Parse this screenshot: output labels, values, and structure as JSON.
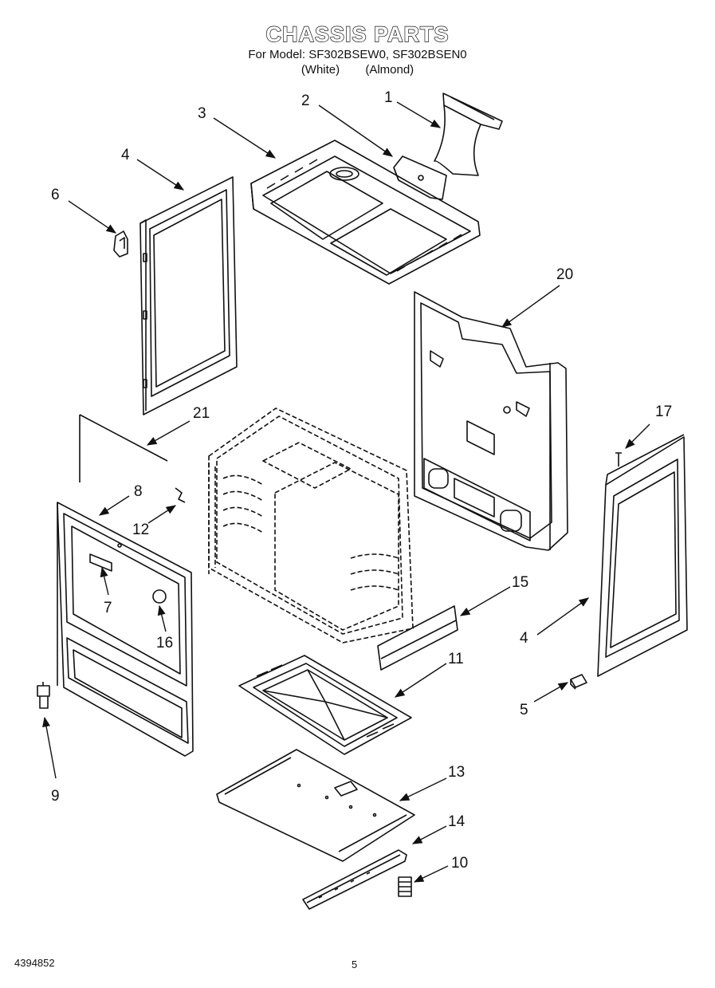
{
  "header": {
    "title": "CHASSIS PARTS",
    "model_line": "For Model: SF302BSEW0, SF302BSEN0",
    "variants": [
      "(White)",
      "(Almond)"
    ]
  },
  "callouts": [
    {
      "id": "c1",
      "label": "1"
    },
    {
      "id": "c2",
      "label": "2"
    },
    {
      "id": "c3",
      "label": "3"
    },
    {
      "id": "c4a",
      "label": "4"
    },
    {
      "id": "c4b",
      "label": "4"
    },
    {
      "id": "c5",
      "label": "5"
    },
    {
      "id": "c6",
      "label": "6"
    },
    {
      "id": "c7",
      "label": "7"
    },
    {
      "id": "c8",
      "label": "8"
    },
    {
      "id": "c9",
      "label": "9"
    },
    {
      "id": "c10",
      "label": "10"
    },
    {
      "id": "c11",
      "label": "11"
    },
    {
      "id": "c12",
      "label": "12"
    },
    {
      "id": "c13",
      "label": "13"
    },
    {
      "id": "c14",
      "label": "14"
    },
    {
      "id": "c15",
      "label": "15"
    },
    {
      "id": "c16",
      "label": "16"
    },
    {
      "id": "c17",
      "label": "17"
    },
    {
      "id": "c20",
      "label": "20"
    },
    {
      "id": "c21",
      "label": "21"
    }
  ],
  "footer": {
    "part_number": "4394852",
    "page_number": "5"
  }
}
